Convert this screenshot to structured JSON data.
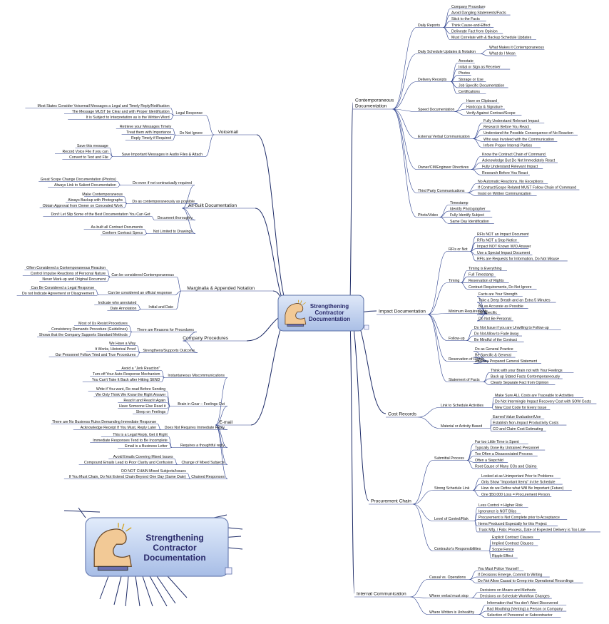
{
  "center": {
    "title": [
      "Strengthening",
      "Contractor",
      "Documentation"
    ]
  },
  "thumb": {
    "title": [
      "Strengthening",
      "Contractor",
      "Documentation"
    ]
  },
  "right": [
    {
      "label": [
        "Contemporaneous",
        "Documentation"
      ],
      "subs": [
        {
          "label": "Daily Reports",
          "leaves": [
            "Company Procedure",
            "Avoid Dangling Statements/Facts",
            "Stick to the Facts",
            "Think Cause-and-Effect",
            "Delineate Fact from Opinion",
            "Must Correlate with & Backup Schedule Updates"
          ]
        },
        {
          "label": "Daily Schedule Updates & Notation",
          "leaves": [
            "What Makes it Contemporaneous",
            "What do I Mean"
          ]
        },
        {
          "label": "Delivery Receipts",
          "leaves": [
            "Annotate",
            "Initial or Sign as Receiver",
            "Photos",
            "Storage or Use",
            "Job Specific Documentation",
            "Certifications"
          ]
        },
        {
          "label": "Speed Documentation",
          "leaves": [
            "Have on Clipboard",
            "Hardcopy & Signature",
            "Verify Against Contract/Scope"
          ]
        },
        {
          "label": "External Verbal Communication",
          "leaves": [
            "Fully Understand Relevant Impact",
            "Research Before You React",
            "Understand the Possible Consequence of No Reaction",
            "Who was Involved with the Communication",
            "Inform Proper Internal Parties"
          ]
        },
        {
          "label": "Owner/CM/Engineer Directives",
          "leaves": [
            "Know the Contract Chain of Command",
            "Acknowledge But Do Not Immediately React",
            "Fully Understand Relevant Impact",
            "Research Before You React"
          ]
        },
        {
          "label": "Third Party Communications",
          "leaves": [
            "No Automatic Reactions, No Exceptions",
            "If Contract/Scope Related MUST Follow Chain of Command",
            "Insist on Written Communication"
          ]
        },
        {
          "label": "Photo/Video",
          "leaves": [
            "Timestamp",
            "Identify Photographer",
            "Fully Identify Subject",
            "Same Day Identification"
          ]
        }
      ]
    },
    {
      "label": [
        "Impact Documentation"
      ],
      "subs": [
        {
          "label": "RFIs or Not",
          "leaves": [
            "RFIs NOT an Impact Document",
            "RFIs NOT a Stop Notice",
            "Impact NOT Known W/O Answer",
            "Use a Special Impact Document",
            "RFIs are Requests for Information, Do Not Misuse"
          ]
        },
        {
          "label": "Timing",
          "leaves": [
            "Timing is Everything",
            "Full Timestamp",
            "Reservation of Rights",
            "Contract Requirements, Do Not Ignore"
          ]
        },
        {
          "label": "Minimum Requirements",
          "leaves": [
            "Facts are Your Strength",
            "Take a Deep Breath and an Extra 5 Minutes",
            "Be as Accurate as Possible",
            "Be Specific",
            "Do Not Be Personal"
          ]
        },
        {
          "label": "Follow-up",
          "leaves": [
            "Do Not Issue if you are Unwilling to Follow-up",
            "Do Not Allow to Fade Away",
            "Be Mindful of the Contract"
          ]
        },
        {
          "label": "Reservation of Rights",
          "leaves": [
            "Do as General Practice",
            "Be Specific & General",
            "Attorney Prepared General Statement"
          ]
        },
        {
          "label": "Statement of Facts",
          "leaves": [
            "Think with your Brain not with Your Feelings",
            "Back up Stated Facts Contemporaneously",
            "Clearly Separate Fact from Opinion"
          ]
        }
      ]
    },
    {
      "label": [
        "Cost Records"
      ],
      "subs": [
        {
          "label": "Link to Schedule Activities",
          "leaves": [
            "Make Sure ALL Costs are Traceable to Activities",
            "Do Not Intermingle Impact Recovery Cost with SOW Costs",
            "New Cost Code for Every Issue"
          ]
        },
        {
          "label": "Material or Activity Based",
          "leaves": [
            "Earned Value Evaluation/Use",
            "Establish Non-Impact Productivity Costs",
            "CO and Claim Cost Estimating"
          ]
        }
      ]
    },
    {
      "label": [
        "Procurement Chain"
      ],
      "subs": [
        {
          "label": "Submittal Process",
          "leaves": [
            "Far too Little Time is Spent",
            "Typically Done By Untrained Personnel",
            "Too Often a Disassociated Process",
            "Often a Stepchild",
            "Root Cause of Many COs and Claims"
          ]
        },
        {
          "label": "Strong Schedule Link",
          "leaves": [
            "Looked at as Unimportant Prior to Problems",
            "Only Show \"Important Items\" in the Schedule",
            "How do we Define what Will Be Important (Future)",
            "One $50,000 Loss = Procurement Person"
          ]
        },
        {
          "label": "Level of Control/Risk",
          "leaves": [
            "Less Control = Higher Risk",
            "Ignorance is NOT Bliss",
            "Procurement is Not Complete prior to Acceptance",
            "Items Produced Especially for this Project",
            "Track Mfg. / Fabr. Process, Date of Expected Delivery is Too Late"
          ]
        },
        {
          "label": "Contractor's Responsibilities",
          "leaves": [
            "Explicit Contract Clauses",
            "Implied Contract Clauses",
            "Scope Fence",
            "Ripple Effect"
          ]
        }
      ]
    },
    {
      "label": [
        "Internal Communication"
      ],
      "subs": [
        {
          "label": "Casual vs. Operations",
          "leaves": [
            "You Must Police Yourself",
            "If Decisions Emerge, Commit to Writing",
            "Do Not Allow Causal to Creep into Operational Recordings"
          ]
        },
        {
          "label": "Where verbal must stop",
          "leaves": [
            "Decisions on Means and Methods",
            "Decisions on Schedule Workflow Changes"
          ]
        },
        {
          "label": "Where Written is Unhealthy",
          "leaves": [
            "Information that You don't Want Discovered",
            "Bad Mouthing (Venting) a Person or Company",
            "Selection of Personnel or Subcontractor"
          ]
        }
      ]
    }
  ],
  "left": [
    {
      "label": "Voicemail",
      "subs": [
        {
          "label": "Legal Response",
          "leaves": [
            "Most States Consider Voicemail Messages a Legal and Timely Reply/Notification",
            "The Message MUST be Clear and with Proper Identification",
            "It is Subject to Interpretation as is the Written Word"
          ]
        },
        {
          "label": "Do Not Ignore",
          "leaves": [
            "Retrieve your Messages Timely",
            "Treat them with Importance",
            "Reply Timely if Required"
          ]
        },
        {
          "label": "Save Important Messages in Audio Files & Attach",
          "leaves": [
            "Save this message",
            "Record Voice File if you can",
            "Convert to Text and File"
          ]
        }
      ]
    },
    {
      "label": "As-built Documentation",
      "subs": [
        {
          "label": "Do even if not contractually required",
          "leaves": [
            "Great Scope Change Documentation (Photos)",
            "Always Link to Salient Documentation"
          ]
        },
        {
          "label": "Do as contemporaneously as possible",
          "leaves": [
            "Make Contemporaneous",
            "Always Backup with Photographs",
            "Obtain Approval from Owner on Concealed Work"
          ]
        },
        {
          "label": "Document thoroughly",
          "leaves": [
            "Don't Let Slip Some of the Best Documentation You Can Get"
          ]
        },
        {
          "label": "Not Limited to Drawings",
          "leaves": [
            "As-built all Contract Documents",
            "Conform Contract Specs"
          ]
        }
      ]
    },
    {
      "label": "Marginalia & Appended Notation",
      "subs": [
        {
          "label": "Can be considered Contemporaneous",
          "leaves": [
            "Often Considered a Contemporaneous Reaction",
            "Control Impulse Reactions of Personal Nature",
            "Never Mark-up and Original Document"
          ]
        },
        {
          "label": "Can be considered an official response",
          "leaves": [
            "Can Be Considered a Legal Response",
            "Do not Indicate Agreement or Disagreement"
          ]
        },
        {
          "label": "Initial and Date",
          "leaves": [
            "Indicate who annotated",
            "Date Annotation"
          ]
        }
      ]
    },
    {
      "label": "Company Procedures",
      "subs": [
        {
          "label": "There are Reasons for Procedures",
          "leaves": [
            "Most of Us Resist Procedures",
            "Consistency Demands Procedure (Guidelines)",
            "Shows that the Company Supports Standard Methods"
          ]
        },
        {
          "label": "Strengthens/Supports Outcome",
          "leaves": [
            "We Have a Way",
            "It Works, Historical Proof",
            "Our Personnel Follow Tried and True Procedures"
          ]
        }
      ]
    },
    {
      "label": "E-mail",
      "subs": [
        {
          "label": "Instantaneous Miscommunications",
          "leaves": [
            "Avoid a \"Jerk Reaction\"",
            "Turn-off Your Auto-Response Mechanism",
            "You Can't Take It Back after Hitting SEND"
          ]
        },
        {
          "label": "Brain in Gear – Feelings Out",
          "leaves": [
            "Write if You want, Re-read Before Sending",
            "We Only Think We Know the Right Answer",
            "Read it and Read it Again",
            "Have Someone Else Read it",
            "Sleep on Feelings"
          ]
        },
        {
          "label": "Does Not Requires Immediate Reply",
          "leaves": [
            "There are No Business Rules Demanding Immediate Response",
            "Acknowledge Receipt If You Must, Reply Later"
          ]
        },
        {
          "label": "Requires a thoughtful reply",
          "leaves": [
            "This is a Legal Reply, Get it Right",
            "Immediate Responses Tend to Be Incomplete",
            "Email is a Business Letter"
          ]
        },
        {
          "label": "Change of Mixed Subjects",
          "leaves": [
            "Avoid Emails Covering Mixed Issues",
            "Compound Emails Lead to Poor Clarity and Confusion"
          ]
        },
        {
          "label": "Chained Responses",
          "leaves": [
            "DO NOT CHAIN Mixed Subjects/Issues",
            "If You Must Chain, Do Not Extend Chain Beyond One Day (Same Date)"
          ]
        }
      ]
    }
  ]
}
